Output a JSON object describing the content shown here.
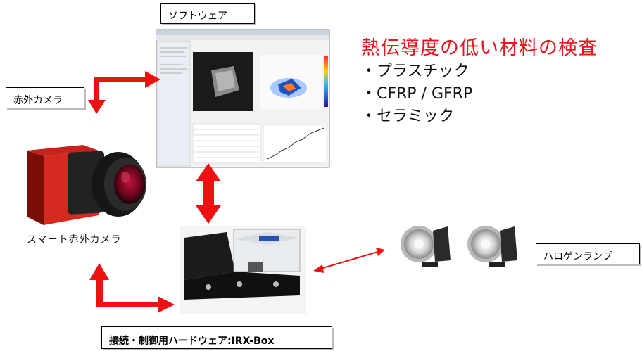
{
  "labels": {
    "software": "ソフトウェア",
    "ir_camera": "赤外カメラ",
    "halogen": "ハロゲンランプ",
    "irx_box": "接続・制御用ハードウェア:IRX-Box"
  },
  "camera_caption": "スマート赤外カメラ",
  "heading": "熱伝導度の低い材料の検査",
  "bullets": [
    "・プラスチック",
    "・CFRP / GFRP",
    "・セラミック"
  ],
  "colors": {
    "arrow": "#ee1111",
    "heading": "#e8141b"
  }
}
